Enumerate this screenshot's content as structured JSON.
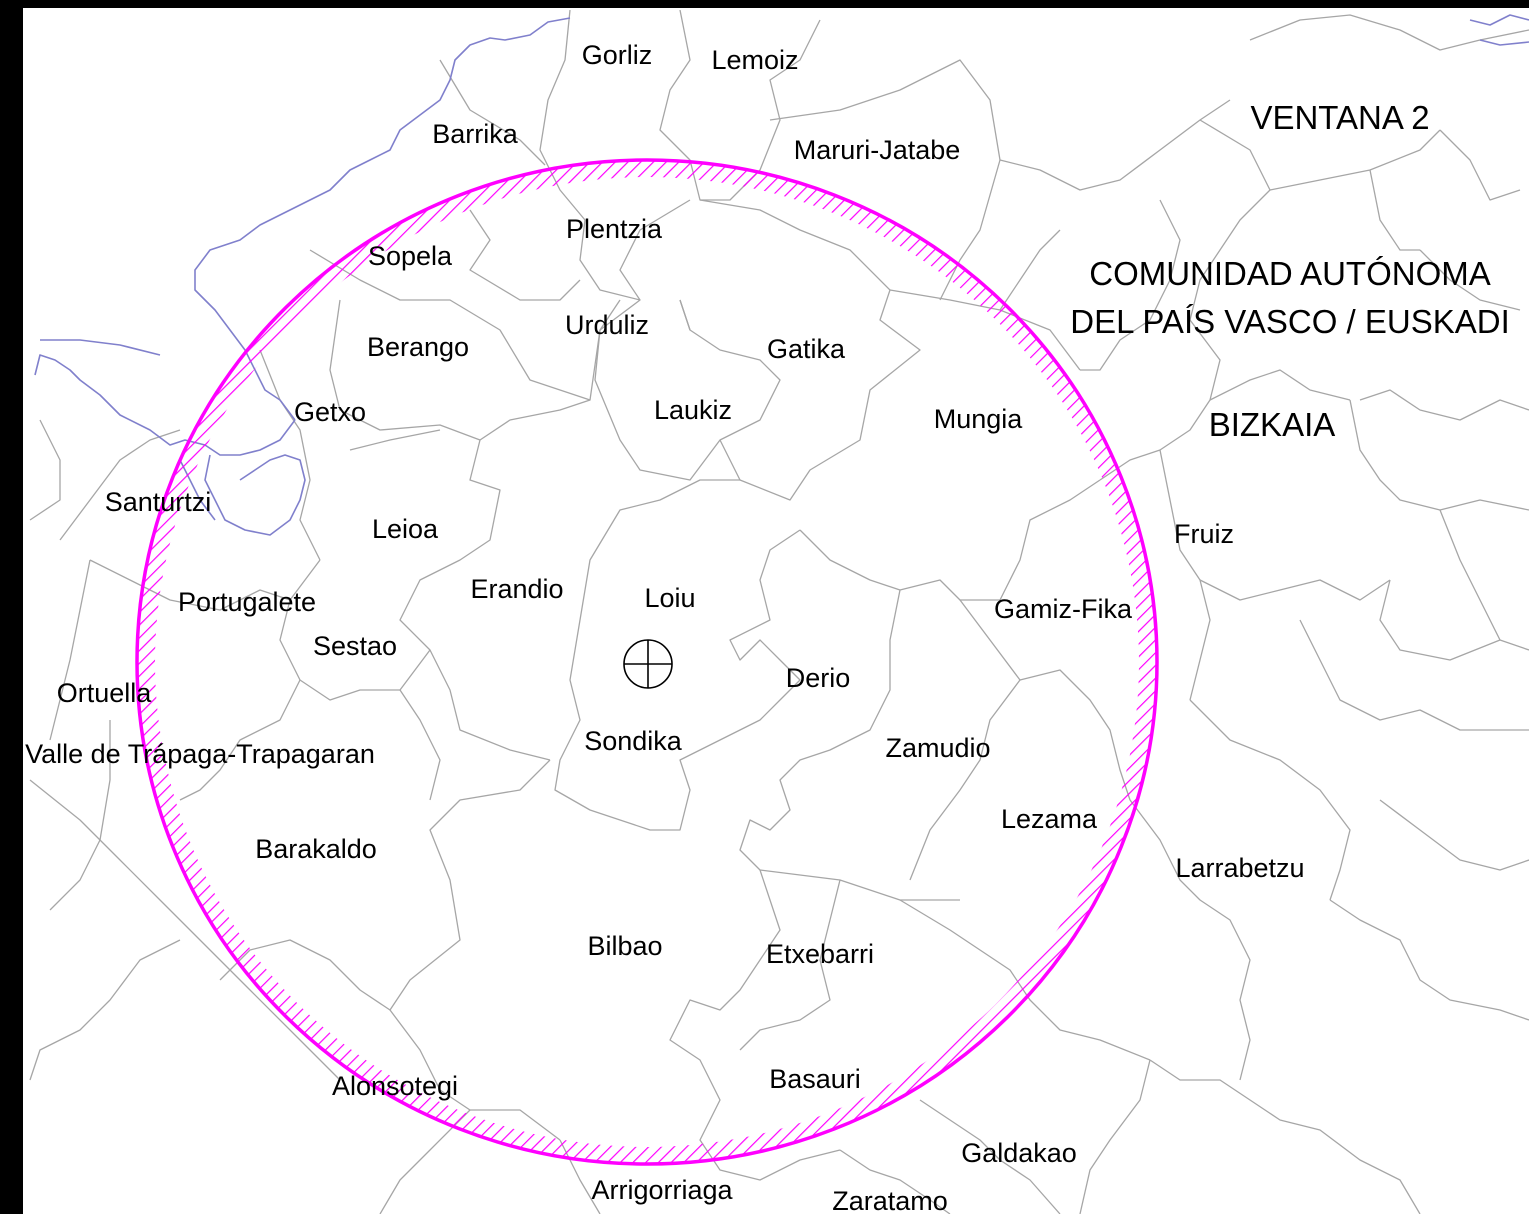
{
  "map": {
    "window_label": "VENTANA 2",
    "region_line1": "COMUNIDAD AUTÓNOMA",
    "region_line2": "DEL PAÍS VASCO / EUSKADI",
    "province": "BIZKAIA",
    "municipalities": [
      "Gorliz",
      "Lemoiz",
      "Barrika",
      "Maruri-Jatabe",
      "Plentzia",
      "Sopela",
      "Urduliz",
      "Berango",
      "Gatika",
      "Laukiz",
      "Mungia",
      "Getxo",
      "Santurtzi",
      "Leioa",
      "Fruiz",
      "Erandio",
      "Loiu",
      "Portugalete",
      "Gamiz-Fika",
      "Sestao",
      "Derio",
      "Ortuella",
      "Sondika",
      "Zamudio",
      "Valle de Trápaga-Trapagaran",
      "Lezama",
      "Barakaldo",
      "Larrabetzu",
      "Bilbao",
      "Etxebarri",
      "Basauri",
      "Alonsotegi",
      "Galdakao",
      "Arrigorriaga",
      "Zaratamo"
    ],
    "colors": {
      "buffer_ring": "#ff00ff",
      "municipal_boundary": "#a6a6a6",
      "coastline": "#8080cc",
      "frame": "#000000"
    },
    "center_symbol": "airport-reference-point-icon"
  }
}
